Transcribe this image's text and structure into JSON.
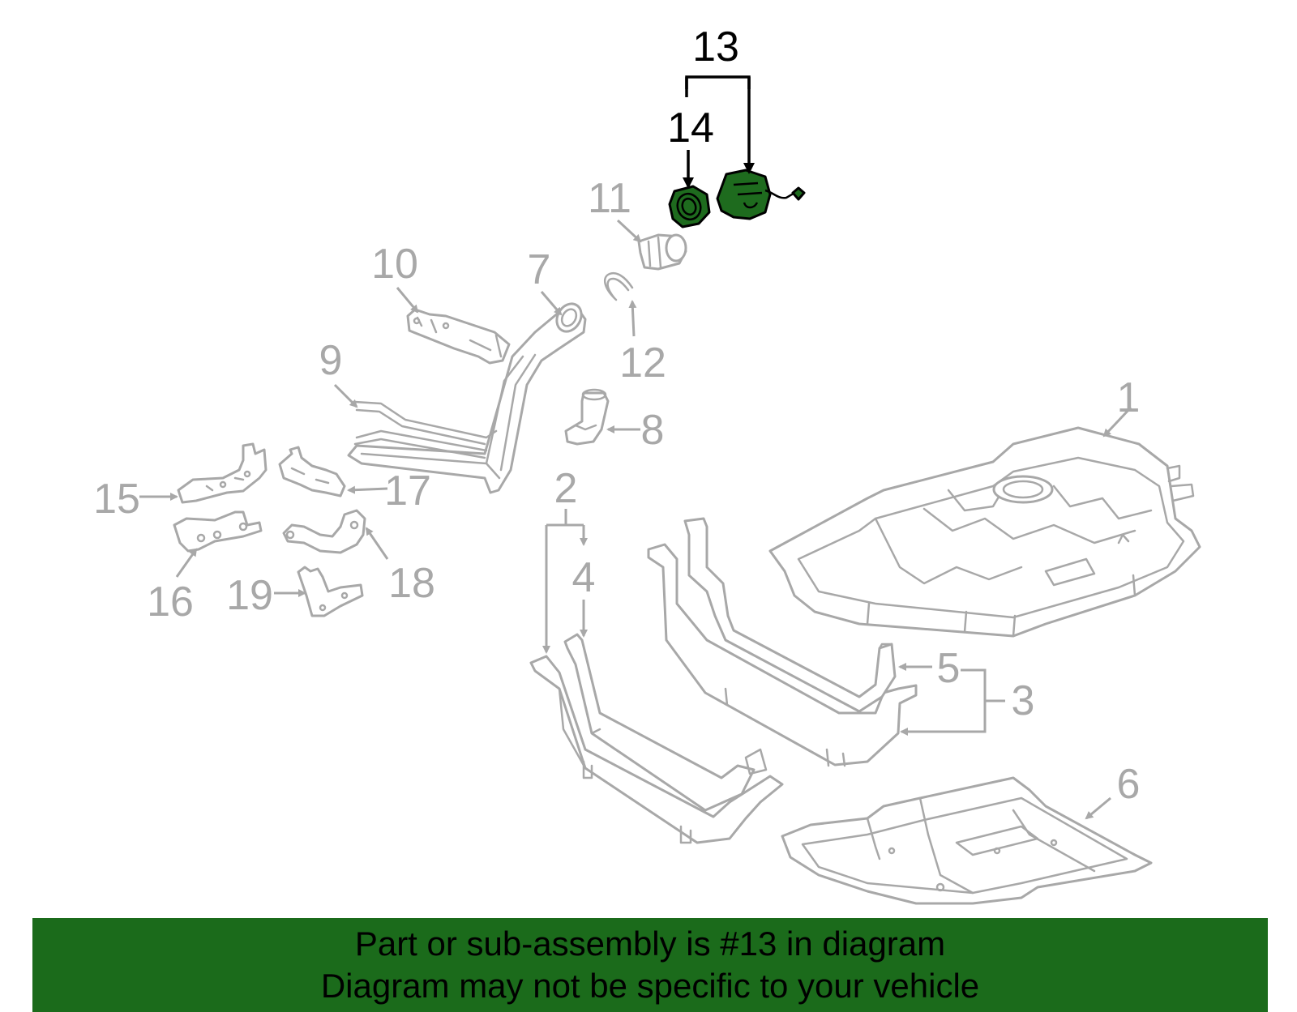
{
  "callouts": {
    "c1": "1",
    "c2": "2",
    "c3": "3",
    "c4": "4",
    "c5": "5",
    "c6": "6",
    "c7": "7",
    "c8": "8",
    "c9": "9",
    "c10": "10",
    "c11": "11",
    "c12": "12",
    "c13": "13",
    "c14": "14",
    "c15": "15",
    "c16": "16",
    "c17": "17",
    "c18": "18",
    "c19": "19"
  },
  "highlight_color": "#1b6b1b",
  "banner": {
    "line1": "Part or sub-assembly is #13 in diagram",
    "line2": "Diagram may not be specific to your vehicle"
  }
}
